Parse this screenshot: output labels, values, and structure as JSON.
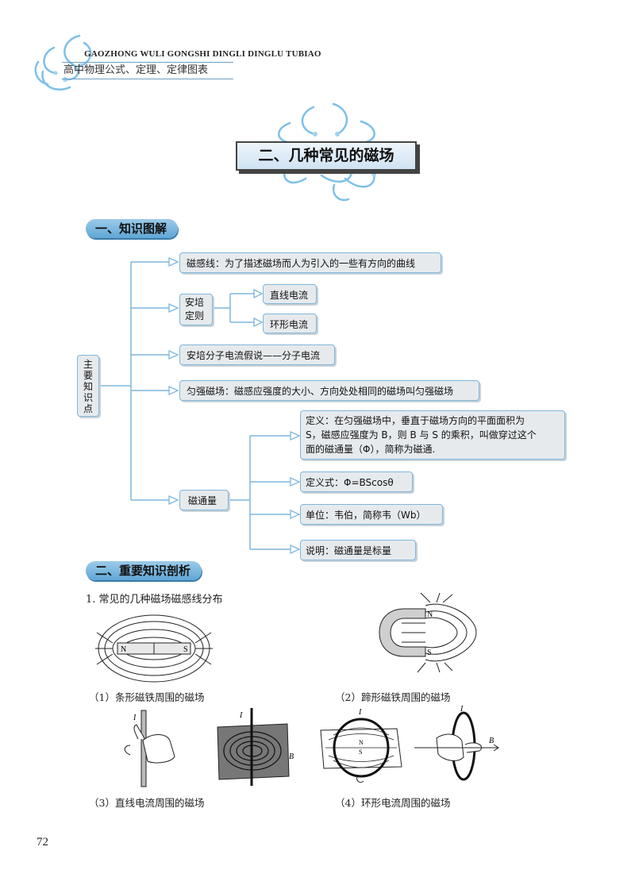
{
  "header": {
    "pinyin": "GAOZHONG WULI GONGSHI DINGLI DINGLU TUBIAO",
    "book_title": "高中物理公式、定理、定律图表"
  },
  "chapter_title": "二、几种常见的磁场",
  "section1": {
    "tag": "一、知识图解",
    "root": "主要知识点",
    "magnetic_lines": "磁感线：为了描述磁场而人为引入的一些有方向的曲线",
    "ampere_rule": "安培定则",
    "ampere_rule_l1": "安培",
    "ampere_rule_l2": "定则",
    "straight_current": "直线电流",
    "ring_current": "环形电流",
    "molecular_current": "安培分子电流假说——分子电流",
    "uniform_field": "匀强磁场：磁感应强度的大小、方向处处相同的磁场叫匀强磁场",
    "flux": "磁通量",
    "flux_def_l1": "定义：在匀强磁场中，垂直于磁场方向的平面面积为",
    "flux_def_l2": "S，磁感应强度为 B，则 B 与 S 的乘积，叫做穿过这个",
    "flux_def_l3": "面的磁通量（Φ），简称为磁通.",
    "flux_formula": "定义式：Φ=BScosθ",
    "flux_unit": "单位：韦伯，简称韦（Wb）",
    "flux_note": "说明：磁通量是标量"
  },
  "section2": {
    "tag": "二、重要知识剖析",
    "item1": "1. 常见的几种磁场磁感线分布",
    "cap1": "（1）条形磁铁周围的磁场",
    "cap2": "（2）蹄形磁铁周围的磁场",
    "cap3": "（3）直线电流周围的磁场",
    "cap4": "（4）环形电流周围的磁场",
    "label_N": "N",
    "label_S": "S",
    "label_I": "I",
    "label_B": "B"
  },
  "page_number": "72",
  "colors": {
    "accent": "#7fb6dd",
    "tag_fill": "#5fa6d6",
    "box_fill": "#e6eaed"
  }
}
